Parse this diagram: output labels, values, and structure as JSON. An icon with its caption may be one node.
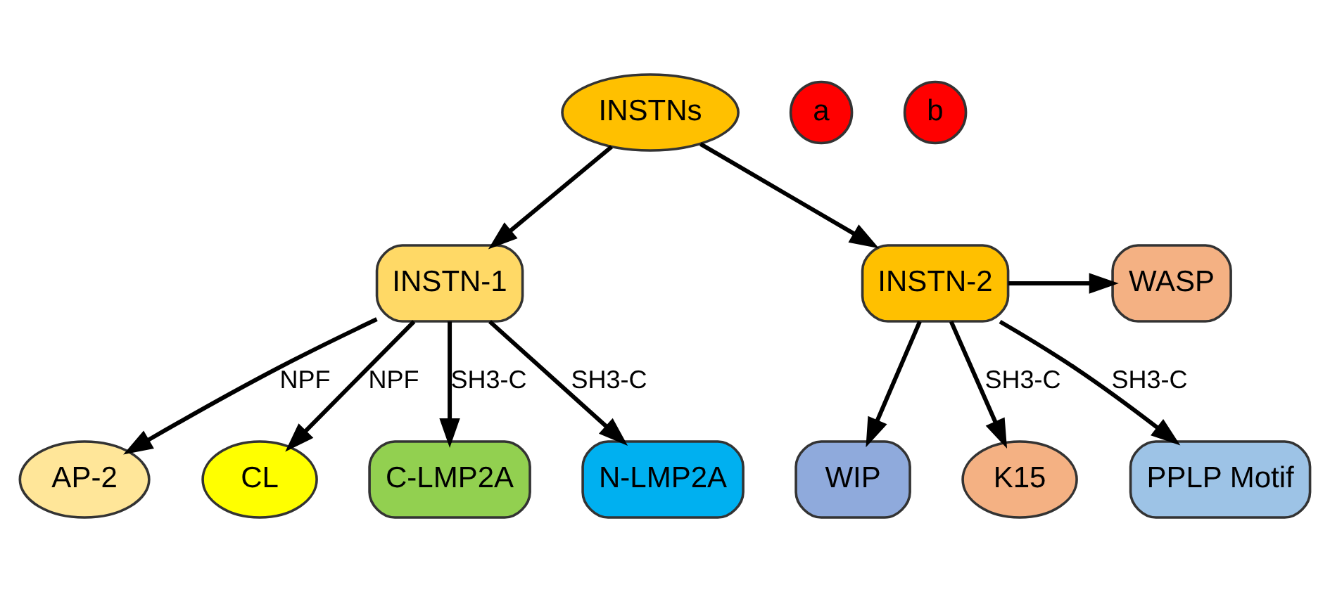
{
  "diagram": {
    "nodes": [
      {
        "text": [
          "INSTNs"
        ]
      },
      {
        "text": [
          "a"
        ]
      },
      {
        "text": [
          "INSTN-1"
        ]
      },
      {
        "text": [
          "b"
        ]
      },
      {
        "text": [
          "INSTN-2"
        ]
      },
      {
        "text": [
          "WASP"
        ]
      },
      {
        "text": [
          "WIP"
        ]
      },
      {
        "text": [
          "AP-2"
        ]
      },
      {
        "text": [
          "CL"
        ]
      },
      {
        "text": [
          "C-LMP2A"
        ]
      },
      {
        "text": [
          "N-LMP2A"
        ]
      },
      {
        "text": [
          "K15"
        ]
      },
      {
        "text": [
          "PPLP Motif"
        ]
      }
    ],
    "edges": [
      {
        "from": 0,
        "to": 2,
        "arrow": "to"
      },
      {
        "from": 0,
        "to": 4,
        "arrow": "to"
      },
      {
        "from": 2,
        "to": 7,
        "arrow": "to",
        "label": "NPF"
      },
      {
        "from": 2,
        "to": 8,
        "arrow": "to",
        "label": "NPF"
      },
      {
        "from": 2,
        "to": 9,
        "arrow": "to",
        "label": "SH3-C"
      },
      {
        "from": 2,
        "to": 10,
        "arrow": "to",
        "label": "SH3-C"
      },
      {
        "from": 4,
        "to": 11,
        "arrow": "to",
        "label": "SH3-C"
      },
      {
        "from": 4,
        "to": 12,
        "arrow": "to",
        "label": "SH3-C"
      },
      {
        "from": 4,
        "to": 5,
        "arrow": "to"
      },
      {
        "from": 4,
        "to": 6,
        "arrow": "to"
      }
    ]
  }
}
